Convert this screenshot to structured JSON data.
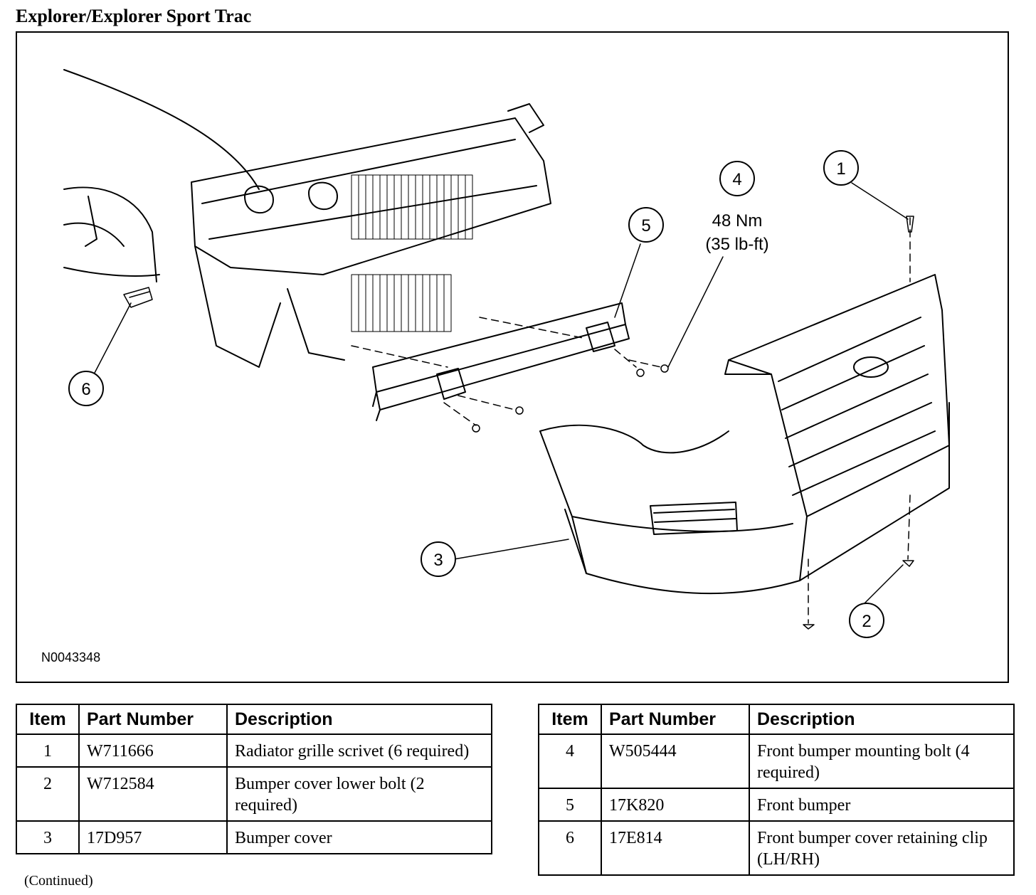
{
  "page": {
    "title": "Explorer/Explorer Sport Trac",
    "continued": "(Continued)"
  },
  "figure": {
    "id": "N0043348",
    "callouts": [
      "1",
      "2",
      "3",
      "4",
      "5",
      "6"
    ],
    "torque": {
      "metric": "48 Nm",
      "imperial": "(35 lb-ft)"
    }
  },
  "parts_table": {
    "headers": {
      "item": "Item",
      "part_number": "Part Number",
      "description": "Description"
    },
    "left": [
      {
        "item": "1",
        "part_number": "W711666",
        "description": "Radiator grille scrivet (6 required)"
      },
      {
        "item": "2",
        "part_number": "W712584",
        "description": "Bumper cover lower bolt (2 required)"
      },
      {
        "item": "3",
        "part_number": "17D957",
        "description": "Bumper cover"
      }
    ],
    "right": [
      {
        "item": "4",
        "part_number": "W505444",
        "description": "Front bumper mounting bolt (4 required)"
      },
      {
        "item": "5",
        "part_number": "17K820",
        "description": "Front bumper"
      },
      {
        "item": "6",
        "part_number": "17E814",
        "description": "Front bumper cover retaining clip (LH/RH)"
      }
    ]
  }
}
